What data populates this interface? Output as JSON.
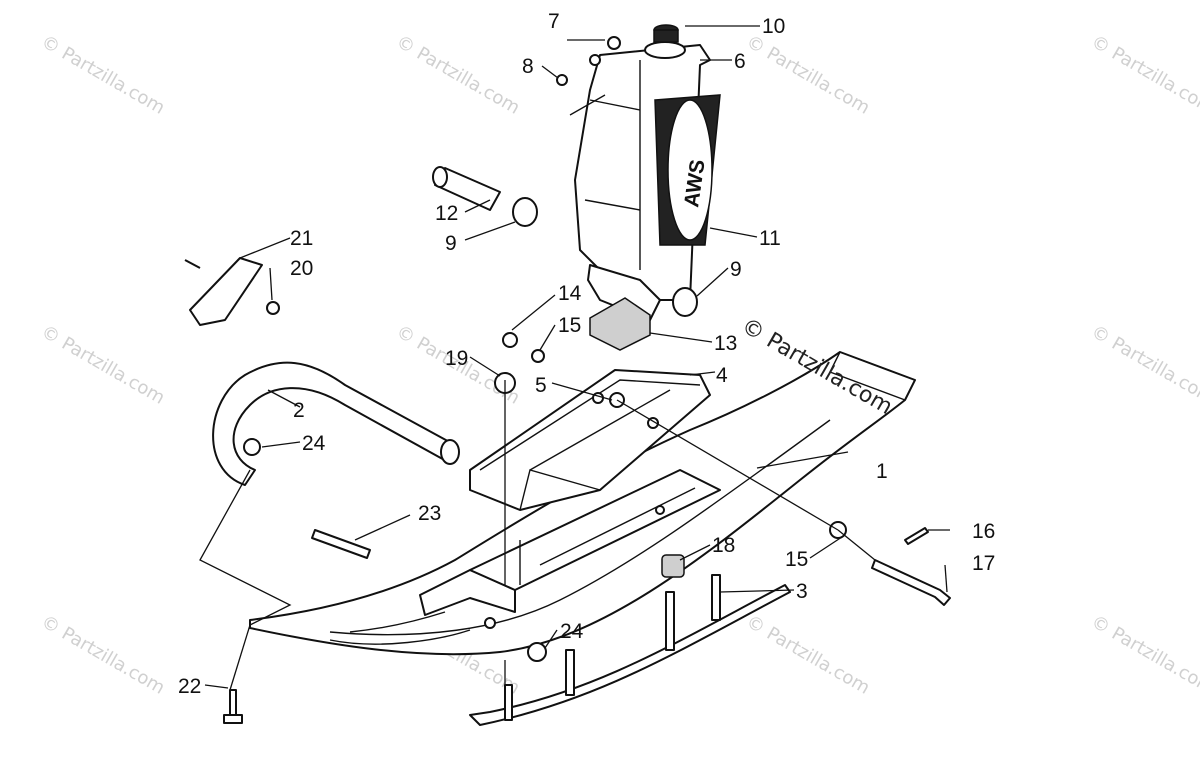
{
  "callouts": [
    {
      "id": "1",
      "label": "1"
    },
    {
      "id": "2",
      "label": "2"
    },
    {
      "id": "3",
      "label": "3"
    },
    {
      "id": "4",
      "label": "4"
    },
    {
      "id": "5",
      "label": "5"
    },
    {
      "id": "6",
      "label": "6"
    },
    {
      "id": "7",
      "label": "7"
    },
    {
      "id": "8",
      "label": "8"
    },
    {
      "id": "9a",
      "label": "9"
    },
    {
      "id": "9b",
      "label": "9"
    },
    {
      "id": "10",
      "label": "10"
    },
    {
      "id": "11",
      "label": "11"
    },
    {
      "id": "12",
      "label": "12"
    },
    {
      "id": "13",
      "label": "13"
    },
    {
      "id": "14",
      "label": "14"
    },
    {
      "id": "15a",
      "label": "15"
    },
    {
      "id": "15b",
      "label": "15"
    },
    {
      "id": "16",
      "label": "16"
    },
    {
      "id": "17",
      "label": "17"
    },
    {
      "id": "18",
      "label": "18"
    },
    {
      "id": "19",
      "label": "19"
    },
    {
      "id": "20",
      "label": "20"
    },
    {
      "id": "21",
      "label": "21"
    },
    {
      "id": "22",
      "label": "22"
    },
    {
      "id": "23",
      "label": "23"
    },
    {
      "id": "24a",
      "label": "24"
    },
    {
      "id": "24b",
      "label": "24"
    }
  ],
  "decal_text": "AWS",
  "watermark": "© Partzilla.com",
  "watermark_main": "© Partzilla.com"
}
